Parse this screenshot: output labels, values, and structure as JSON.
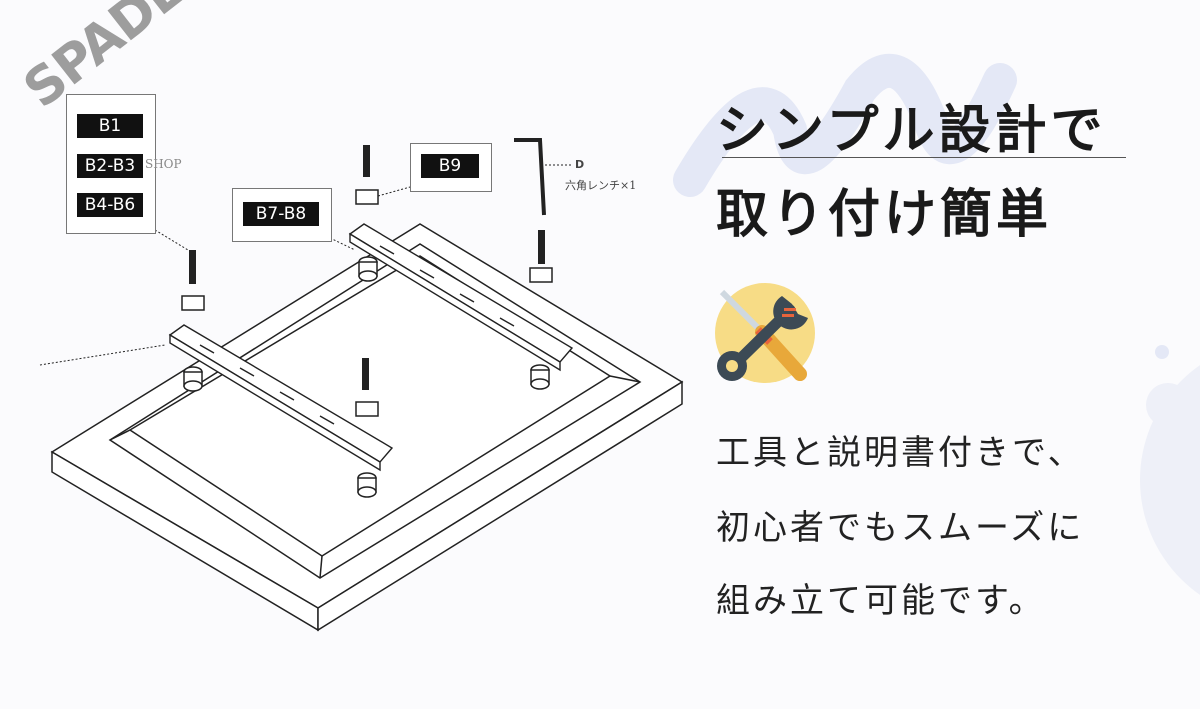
{
  "diagram": {
    "part_labels": [
      "B1",
      "B2-B3",
      "B4-B6",
      "B7-B8",
      "B9"
    ],
    "tool_letter": "D",
    "tool_caption": "六角レンチ×1"
  },
  "watermark": {
    "brand": "SPADE",
    "shop": "SHOP"
  },
  "headline": {
    "line1": "シンプル設計で",
    "line2": "取り付け簡単"
  },
  "icon": "wrench-screwdriver-icon",
  "description": [
    "工具と説明書付きで、",
    "初心者でもスムーズに",
    "組み立て可能です。"
  ],
  "colors": {
    "icon_circle": "#f7dc86",
    "icon_tool": "#3c4a55",
    "accent_orange": "#e8643c",
    "decor_blue": "#e4e8f6"
  }
}
